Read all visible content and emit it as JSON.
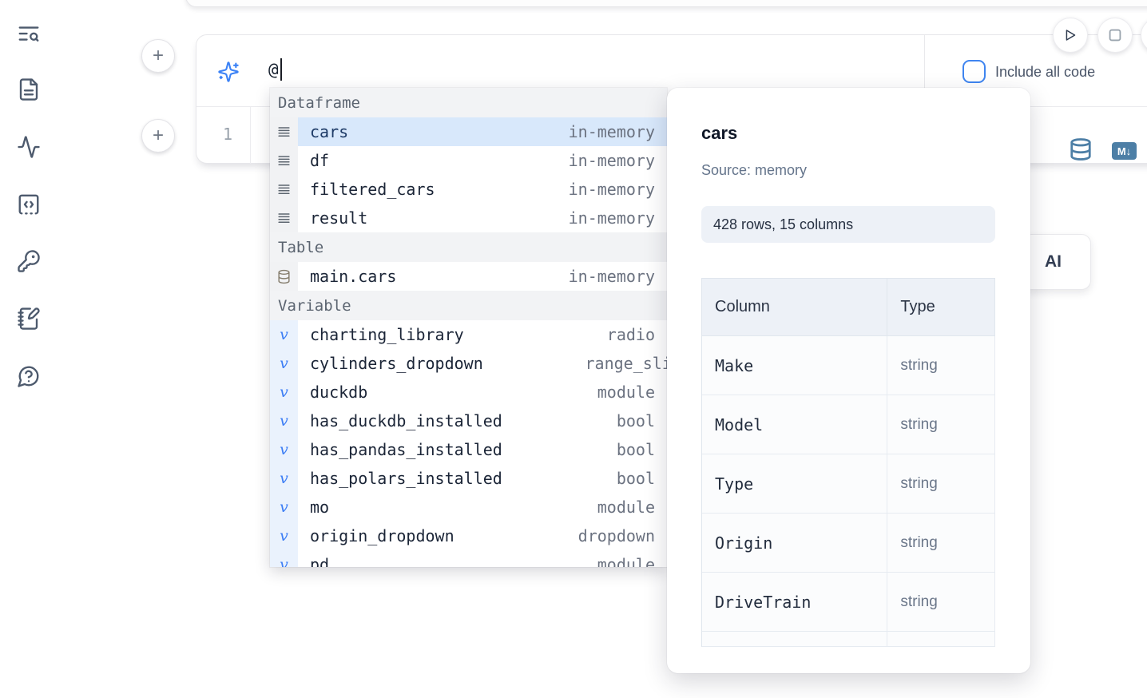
{
  "sidebar": {
    "icons": [
      "text-search-icon",
      "file-text-icon",
      "activity-icon",
      "code-square-icon",
      "key-icon",
      "notebook-pen-icon",
      "help-chat-icon"
    ]
  },
  "run_controls": {
    "play_icon": "play-icon",
    "stop_icon": "stop-icon"
  },
  "add_cell": {
    "plus_label": "+"
  },
  "prompt": {
    "icon": "sparkles-icon",
    "value": "@"
  },
  "options": {
    "include_all_code_label": "Include all code",
    "include_all_code_checked": false,
    "checkbox_accent": "#3f85f0"
  },
  "editor": {
    "line_number": "1",
    "database_icon": "database-icon",
    "markdown_icon_label": "M↓",
    "icon_color": "#4d7fa6"
  },
  "ai_button": {
    "visible_label": "AI"
  },
  "autocomplete": {
    "sections": {
      "dataframe": {
        "label": "Dataframe",
        "items": [
          {
            "name": "cars",
            "meta": "in-memory",
            "selected": true
          },
          {
            "name": "df",
            "meta": "in-memory"
          },
          {
            "name": "filtered_cars",
            "meta": "in-memory"
          },
          {
            "name": "result",
            "meta": "in-memory"
          }
        ]
      },
      "table": {
        "label": "Table",
        "items": [
          {
            "name": "main.cars",
            "meta": "in-memory"
          }
        ]
      },
      "variable": {
        "label": "Variable",
        "items": [
          {
            "name": "charting_library",
            "meta": "radio"
          },
          {
            "name": "cylinders_dropdown",
            "meta": "range_slider",
            "clip": true
          },
          {
            "name": "duckdb",
            "meta": "module"
          },
          {
            "name": "has_duckdb_installed",
            "meta": "bool"
          },
          {
            "name": "has_pandas_installed",
            "meta": "bool"
          },
          {
            "name": "has_polars_installed",
            "meta": "bool"
          },
          {
            "name": "mo",
            "meta": "module"
          },
          {
            "name": "origin_dropdown",
            "meta": "dropdown"
          },
          {
            "name": "pd",
            "meta": "module"
          }
        ]
      }
    }
  },
  "preview": {
    "title": "cars",
    "source": "Source: memory",
    "shape_badge": "428 rows, 15 columns",
    "table": {
      "headers": [
        "Column",
        "Type"
      ],
      "rows": [
        [
          "Make",
          "string"
        ],
        [
          "Model",
          "string"
        ],
        [
          "Type",
          "string"
        ],
        [
          "Origin",
          "string"
        ],
        [
          "DriveTrain",
          "string"
        ],
        [
          "",
          ""
        ]
      ]
    }
  },
  "colors": {
    "selection": "#d8e8fb",
    "accent_blue": "#3b82f6",
    "steel_blue": "#4d7fa6"
  }
}
